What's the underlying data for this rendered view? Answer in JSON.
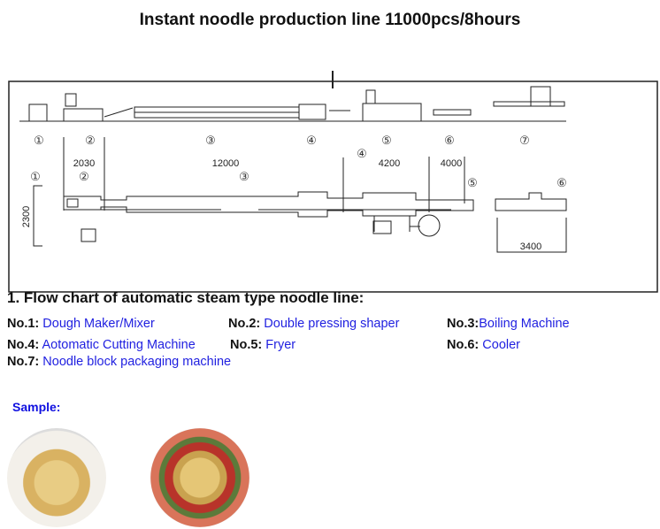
{
  "title": "Instant noodle production line 11000pcs/8hours",
  "diagram": {
    "side_numbers": [
      "①",
      "②",
      "③",
      "④",
      "⑤",
      "⑥",
      "⑦"
    ],
    "plan_numbers": [
      "①",
      "②",
      "③",
      "④",
      "⑤",
      "⑥"
    ],
    "dims": {
      "d1": "2030",
      "d2": "12000",
      "d3": "4200",
      "d4": "4000",
      "d5": "2300",
      "d6": "3400"
    }
  },
  "flow_heading": "1.  Flow chart of automatic steam  type noodle line:",
  "machines": [
    {
      "no": "No.1:",
      "name": "Dough Maker/Mixer"
    },
    {
      "no": "No.2:",
      "name": "Double pressing shaper"
    },
    {
      "no": "No.3:",
      "name": "Boiling Machine"
    },
    {
      "no": "No.4:",
      "name": "Aotomatic Cutting Machine"
    },
    {
      "no": "No.5:",
      "name": "Fryer"
    },
    {
      "no": "No.6:",
      "name": "Cooler"
    },
    {
      "no": "No.7:",
      "name": "Noodle block packaging machine"
    }
  ],
  "sample_label": "Sample:",
  "colors": {
    "label": "#111111",
    "value": "#1f1fe0"
  }
}
